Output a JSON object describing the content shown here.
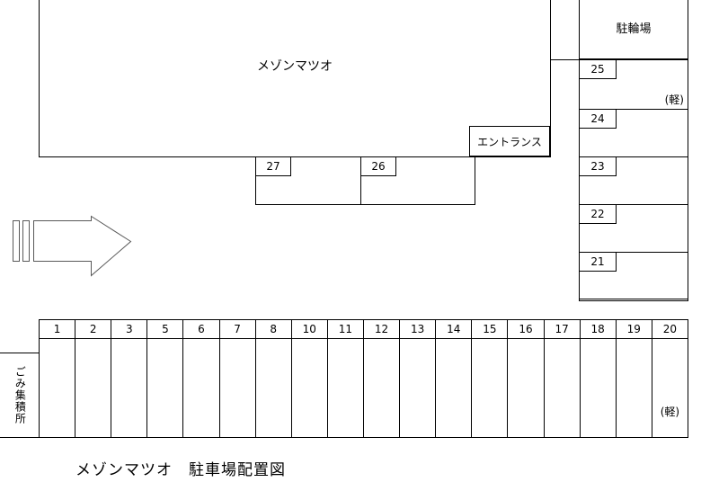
{
  "diagram": {
    "title": "メゾンマツオ　駐車場配置図",
    "building_label": "メゾンマツオ",
    "entrance_label": "エントランス",
    "bicycle_parking_label": "駐輪場",
    "garbage_label": "ごみ集積所",
    "kei_label": "(軽)",
    "line_color": "#000000",
    "arrow_color": "#595959",
    "background_color": "#ffffff"
  },
  "north_stalls": {
    "items": [
      {
        "number": "27"
      },
      {
        "number": "26"
      }
    ]
  },
  "east_stalls": {
    "items": [
      {
        "number": "25",
        "note": "(軽)"
      },
      {
        "number": "24",
        "note": ""
      },
      {
        "number": "23",
        "note": ""
      },
      {
        "number": "22",
        "note": ""
      },
      {
        "number": "21",
        "note": ""
      }
    ]
  },
  "south_stalls": {
    "items": [
      {
        "number": "1",
        "note": ""
      },
      {
        "number": "2",
        "note": ""
      },
      {
        "number": "3",
        "note": ""
      },
      {
        "number": "5",
        "note": ""
      },
      {
        "number": "6",
        "note": ""
      },
      {
        "number": "7",
        "note": ""
      },
      {
        "number": "8",
        "note": ""
      },
      {
        "number": "10",
        "note": ""
      },
      {
        "number": "11",
        "note": ""
      },
      {
        "number": "12",
        "note": ""
      },
      {
        "number": "13",
        "note": ""
      },
      {
        "number": "14",
        "note": ""
      },
      {
        "number": "15",
        "note": ""
      },
      {
        "number": "16",
        "note": ""
      },
      {
        "number": "17",
        "note": ""
      },
      {
        "number": "18",
        "note": ""
      },
      {
        "number": "19",
        "note": ""
      },
      {
        "number": "20",
        "note": "(軽)"
      }
    ]
  },
  "arrow": {
    "name": "direction-arrow-east"
  }
}
